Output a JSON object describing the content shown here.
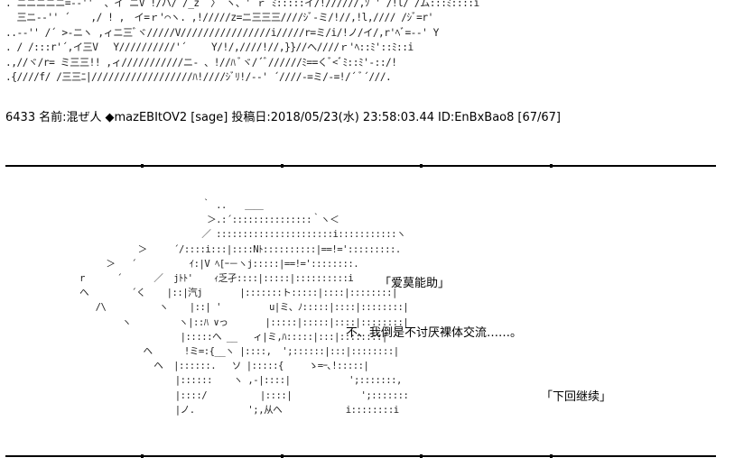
{
  "ascii_art_top": ". ニニニニニ=-‐''´ 、イ ニV !/ハ/ /_z´ 〉 ヽ、' ｒ ﾐ:::::イ/!//////,ｿ ' /!l/ /ム:::ﾐ::::i\n  三ニ-‐'' ´ 　 ,/ ! ,　イ=ｒ'⌒ヽ. ,!/////z=ニ三三三////ｼﾞ-ミ/!//,!l,//// /ｼﾞ=r'\n..-‐'' /´ >-ニヽ ,ィニ三ﾞヾ/////V////////////////i/////r=ミ/i/!ノ/イ/,r'ﾍﾞ=-‐' Y\n. / /:::r'´,イ三V　 Y//////////'´　　 Y/!/,////!//,}}//ヘ////ｒ'ﾍ::ﾐ'::ﾐ::i\n.,//ヾ/r= ミ三三!! ,ィ///////////ニ- 、!//ﾊ ﾞヾ/´ﾞ//////ﾐ==くﾞ<ﾞﾐ::ﾐ'-::/!\n.{////f/ /三三ﾆ|//////////////////ﾊ!////ｼﾞﾘ!/-‐' ´////-=ミ/-=!/´ ﾞ´///.",
  "post": {
    "number": "6433",
    "name_label": "名前:",
    "name": "混ぜ人",
    "trip": "◆mazEBItOV2",
    "email": "[sage]",
    "date_label": "投稿日:",
    "date": "2018/05/23(水) 23:58:03.44",
    "id": "ID:EnBxBao8",
    "count": "[67/67]"
  },
  "ascii_art_figure": "                       ｀ ..　　＿＿\n                        ＞.:´:::::::::::::::｀ヽ＜\n                       ／ ::::::::::::::::::::::i:::::::::::ヽ\n           ＞     ´/::::i:::|::::Nﾄ::::::::::|==!=':::::::::.\n     ＞   ´          ｲ:|V ﾍ[ｰ－ヽj:::::|==!='::::::::.\nr      ´      ／  jﾄﾄ'    ｨ乏孑::::|:::::|::::::::::i\nヘ        ´く    |::|汽j       |:::::::ト:::::|::::|::::::::|\n   /\\          ヽ    |::| '         u|ミ、ﾉ:::::|::::|::::::::|\n        ヽ         ヽ|::ﾊ ∨っ       |:::::|:::::|::::|::::::::|\n                   |:::::ヘ __   ィ|ミ,ﾊ:::::|:::|::::::::|\n            ヘ      !ミ=:{__ヽ |::::,  ';::::::|:::|::::::::|\n              ヘ  |::::::.   ソ |:::::{ 　  ゝ=ｰ､!:::::|\n                  |::::::    ヽ ,-|::::|           ';:::::::,\n                  |::::/          |::::|             ';:::::::\n                  |ノ.          ';,从ヘ            i::::::::i",
  "lines": {
    "line_1": "「爱莫能助」",
    "line_2": "不、我倒是不讨厌裸体交流……。",
    "line_3": "「下回继续」"
  }
}
